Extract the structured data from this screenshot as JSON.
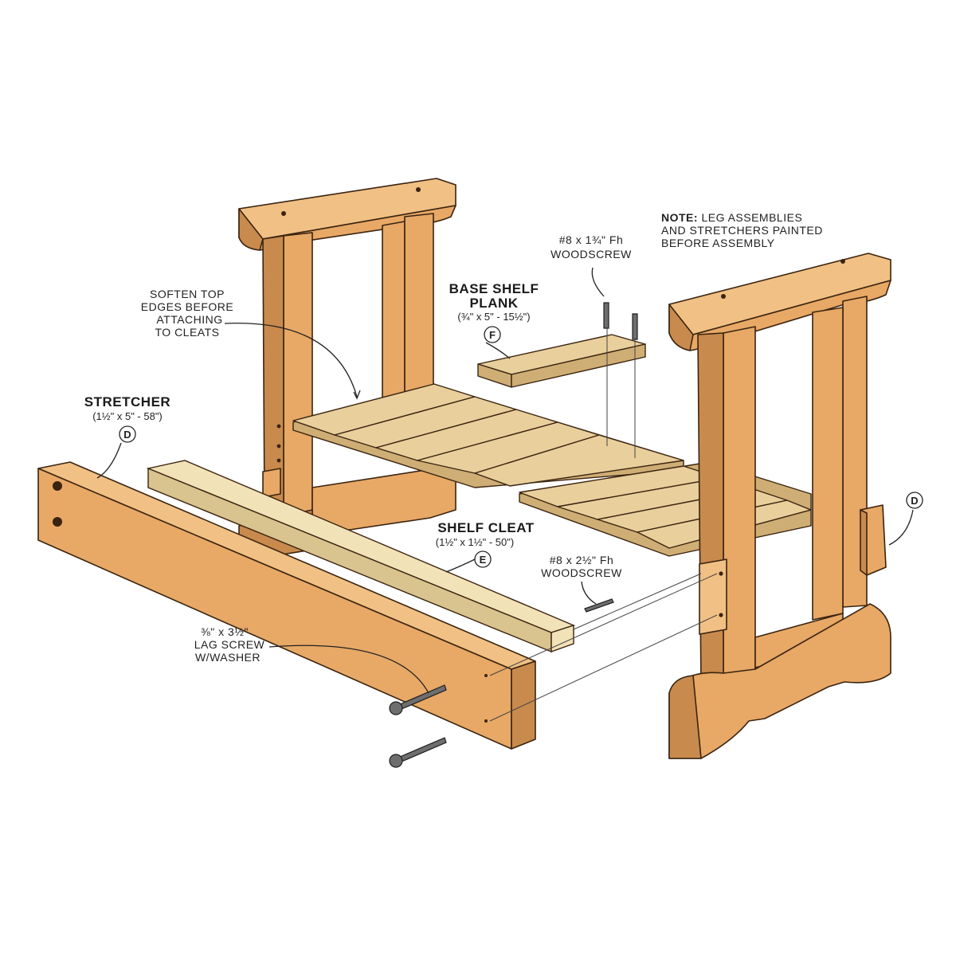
{
  "note": {
    "label": "NOTE:",
    "line1": " LEG ASSEMBLIES",
    "line2": "AND STRETCHERS PAINTED",
    "line3": "BEFORE ASSEMBLY"
  },
  "callouts": {
    "soften": [
      "SOFTEN TOP",
      "EDGES BEFORE",
      "ATTACHING",
      "TO CLEATS"
    ],
    "base_shelf_plank": {
      "title1": "BASE SHELF",
      "title2": "PLANK",
      "dims": "(¾\" x 5\" - 15½\")",
      "ref": "F"
    },
    "woodscrew_top": {
      "line1": "#8 x 1¾\" Fh",
      "line2": "WOODSCREW"
    },
    "stretcher": {
      "title": "STRETCHER",
      "dims": "(1½\" x 5\" - 58\")",
      "ref": "D"
    },
    "stretcher_right": {
      "ref": "D"
    },
    "shelf_cleat": {
      "title": "SHELF CLEAT",
      "dims": "(1½\" x 1½\" - 50\")",
      "ref": "E"
    },
    "woodscrew_mid": {
      "line1": "#8 x 2½\" Fh",
      "line2": "WOODSCREW"
    },
    "lag_screw": {
      "line1": "⅜\" x 3½\"",
      "line2": "LAG SCREW",
      "line3": "W/WASHER"
    }
  },
  "colors": {
    "wood": "#e8a866",
    "wood_light": "#f1c084",
    "wood_dark": "#c98a4d",
    "plank": "#e9cf9c",
    "cleat": "#f2e2b8",
    "outline": "#3a2410"
  }
}
